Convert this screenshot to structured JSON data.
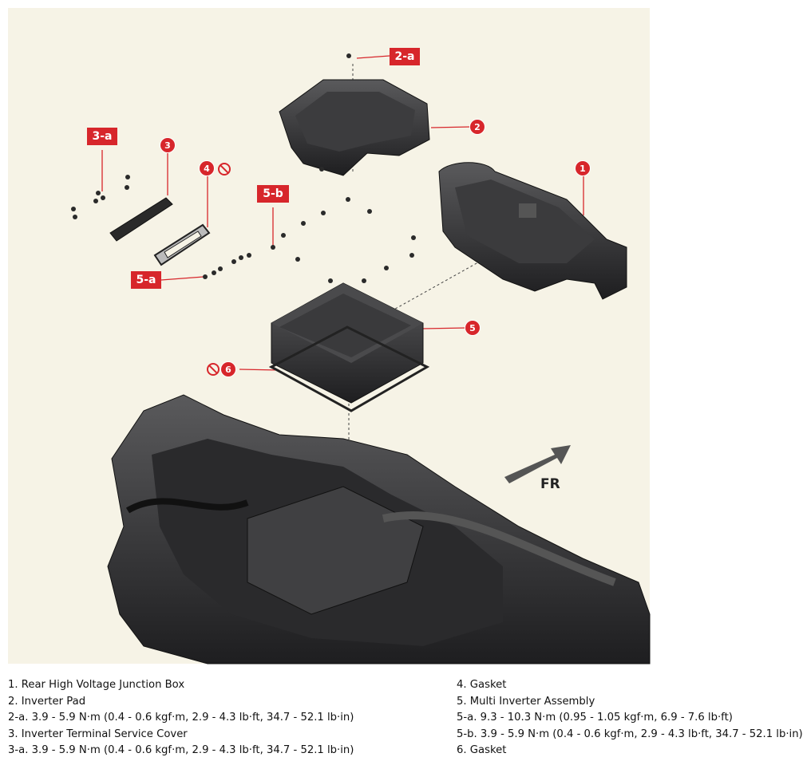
{
  "callouts": {
    "c1": "1",
    "c2": "2",
    "c2a": "2-a",
    "c3": "3",
    "c3a": "3-a",
    "c4": "4",
    "c5": "5",
    "c5a": "5-a",
    "c5b": "5-b",
    "c6": "6"
  },
  "direction_label": "FR",
  "legend_left": [
    "1. Rear High Voltage Junction Box",
    "2. Inverter Pad",
    "2-a. 3.9 - 5.9 N·m (0.4 - 0.6 kgf·m, 2.9 - 4.3 lb·ft, 34.7 - 52.1 lb·in)",
    "3. Inverter Terminal Service Cover",
    "3-a. 3.9 - 5.9 N·m (0.4 - 0.6 kgf·m, 2.9 - 4.3 lb·ft, 34.7 - 52.1 lb·in)"
  ],
  "legend_right": [
    "4. Gasket",
    "5. Multi Inverter Assembly",
    "5-a. 9.3 - 10.3 N·m (0.95 - 1.05 kgf·m, 6.9 - 7.6 lb·ft)",
    "5-b. 3.9 - 5.9 N·m (0.4 - 0.6 kgf·m, 2.9 - 4.3 lb·ft, 34.7 - 52.1 lb·in)",
    "6. Gasket"
  ],
  "colors": {
    "callout": "#d7262b",
    "background": "#f6f3e6",
    "part": "#2e2e30"
  }
}
